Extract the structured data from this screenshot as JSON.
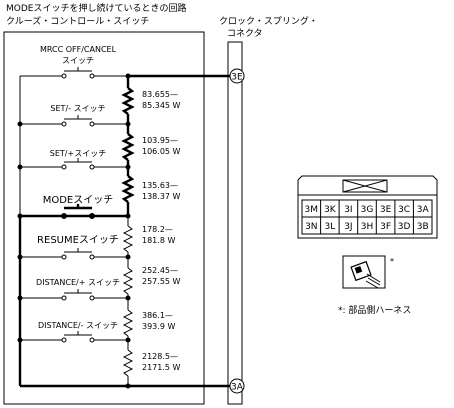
{
  "header": {
    "title": "MODEスイッチを押し続けているときの回路",
    "left_section": "クルーズ・コントロール・スイッチ",
    "right_section_line1": "クロック・スプリング・",
    "right_section_line2": "コネクタ"
  },
  "terminals": {
    "top": "3E",
    "bottom": "3A"
  },
  "switches": [
    {
      "label_line1": "MRCC OFF/CANCEL",
      "label_line2": "スイッチ"
    },
    {
      "label_line1": "SET/- スイッチ",
      "label_line2": ""
    },
    {
      "label_line1": "SET/+スイッチ",
      "label_line2": ""
    },
    {
      "label_line1": "MODEスイッチ",
      "label_line2": ""
    },
    {
      "label_line1": "RESUMEスイッチ",
      "label_line2": ""
    },
    {
      "label_line1": "DISTANCE/+ スイッチ",
      "label_line2": ""
    },
    {
      "label_line1": "DISTANCE/- スイッチ",
      "label_line2": ""
    }
  ],
  "resistors": [
    {
      "line1": "83.655—",
      "line2": "85.345 W"
    },
    {
      "line1": "103.95—",
      "line2": "106.05 W"
    },
    {
      "line1": "135.63—",
      "line2": "138.37 W"
    },
    {
      "line1": "178.2—",
      "line2": "181.8 W"
    },
    {
      "line1": "252.45—",
      "line2": "257.55 W"
    },
    {
      "line1": "386.1—",
      "line2": "393.9 W"
    },
    {
      "line1": "2128.5—",
      "line2": "2171.5 W"
    }
  ],
  "connector": {
    "row1": [
      "3M",
      "3K",
      "3I",
      "3G",
      "3E",
      "3C",
      "3A"
    ],
    "row2": [
      "3N",
      "3L",
      "3J",
      "3H",
      "3F",
      "3D",
      "3B"
    ]
  },
  "harness": {
    "star": "*",
    "note": "*: 部品側ハーネス"
  }
}
